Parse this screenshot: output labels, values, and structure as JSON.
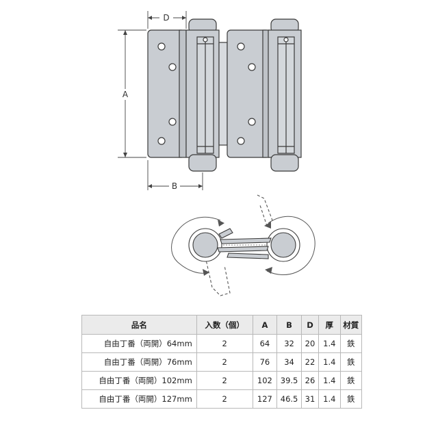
{
  "dimension_labels": {
    "a": "A",
    "b": "B",
    "d": "D"
  },
  "table": {
    "headers": [
      "品名",
      "入数（個）",
      "A",
      "B",
      "D",
      "厚",
      "材質"
    ],
    "rows": [
      [
        "自由丁番（両開）64mm",
        "2",
        "64",
        "32",
        "20",
        "1.4",
        "鉄"
      ],
      [
        "自由丁番（両開）76mm",
        "2",
        "76",
        "34",
        "22",
        "1.4",
        "鉄"
      ],
      [
        "自由丁番（両開）102mm",
        "2",
        "102",
        "39.5",
        "26",
        "1.4",
        "鉄"
      ],
      [
        "自由丁番（両開）127mm",
        "2",
        "127",
        "46.5",
        "31",
        "1.4",
        "鉄"
      ]
    ]
  },
  "colors": {
    "metal_fill": "#c9cdd2",
    "outline": "#3a3a3a",
    "header_bg": "#ebebeb",
    "border": "#b8b8b8"
  }
}
